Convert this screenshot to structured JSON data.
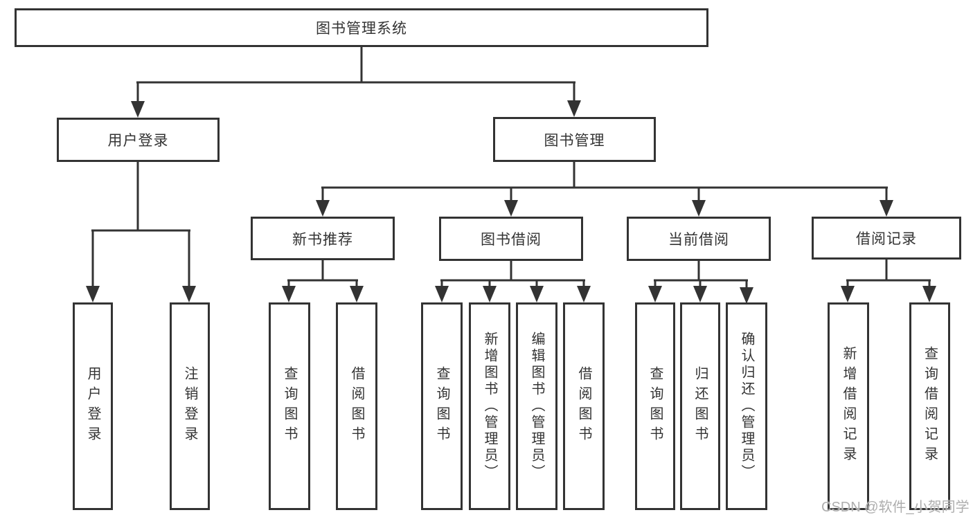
{
  "colors": {
    "background": "#ffffff",
    "line": "#333333",
    "box_border": "#333333",
    "text": "#333333",
    "watermark": "#aeaeae"
  },
  "watermark": "CSDN @软件_小贺同学",
  "tree": {
    "root": {
      "label": "图书管理系统"
    },
    "branches": [
      {
        "label": "用户登录",
        "children": [
          {
            "label": "用户登录"
          },
          {
            "label": "注销登录"
          }
        ]
      },
      {
        "label": "图书管理",
        "children": [
          {
            "label": "新书推荐",
            "children": [
              {
                "label": "查询图书"
              },
              {
                "label": "借阅图书"
              }
            ]
          },
          {
            "label": "图书借阅",
            "children": [
              {
                "label": "查询图书"
              },
              {
                "label": "新增图书（管理员）"
              },
              {
                "label": "编辑图书（管理员）"
              },
              {
                "label": "借阅图书"
              }
            ]
          },
          {
            "label": "当前借阅",
            "children": [
              {
                "label": "查询图书"
              },
              {
                "label": "归还图书"
              },
              {
                "label": "确认归还（管理员）"
              }
            ]
          },
          {
            "label": "借阅记录",
            "children": [
              {
                "label": "新增借阅记录"
              },
              {
                "label": "查询借阅记录"
              }
            ]
          }
        ]
      }
    ]
  }
}
